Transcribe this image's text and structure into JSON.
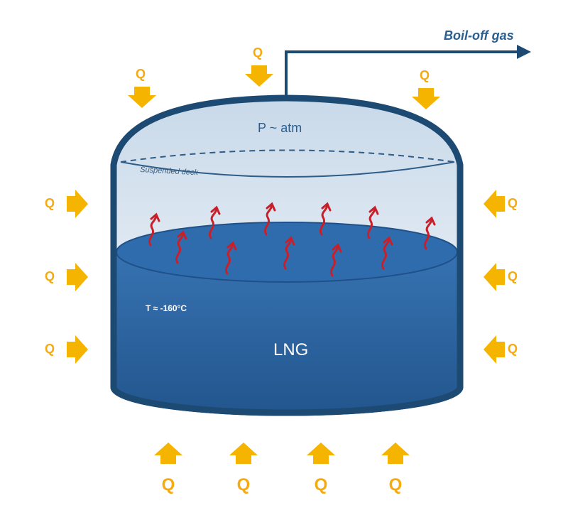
{
  "diagram": {
    "boil_off_label": "Boil-off gas",
    "pressure_label": "P ~ atm",
    "deck_label": "Suspended deck",
    "temperature_label": "T ≈ -160°C",
    "liquid_label": "LNG",
    "heat_label": "Q",
    "colors": {
      "heat": "#f5b400",
      "tank": "#1d4a72",
      "liquid": "#2f6aa6",
      "vapor_arrow": "#c8202a"
    }
  }
}
